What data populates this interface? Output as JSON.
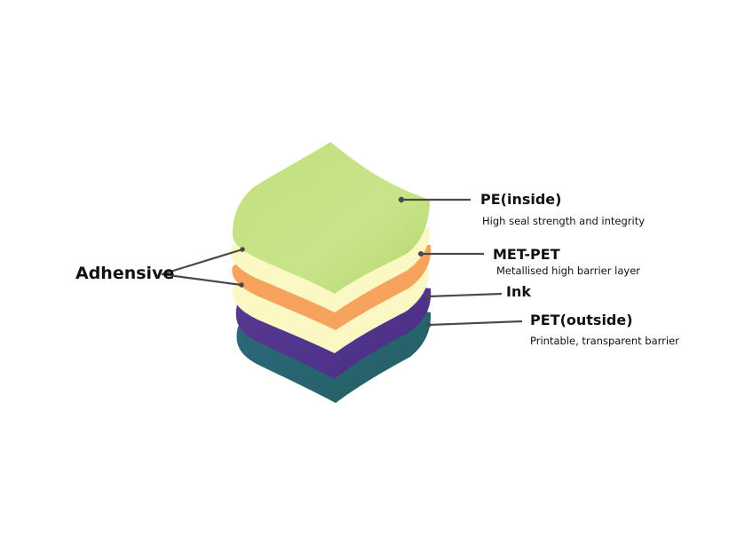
{
  "layers": {
    "pe": {
      "title": "PE(inside)",
      "subtitle": "High seal strength and  integrity",
      "color": "#c6e283"
    },
    "met_pet": {
      "title": "MET-PET",
      "subtitle": "Metallised high barrier layer",
      "color": "#f5a35d"
    },
    "ink": {
      "title": "Ink",
      "color": "#6b3f9a"
    },
    "pet": {
      "title": "PET(outside)",
      "subtitle": "Printable, transparent barrier",
      "color": "#2e6a79"
    },
    "adhesive": {
      "title": "Adhensive",
      "color": "#fbf8c4"
    }
  }
}
